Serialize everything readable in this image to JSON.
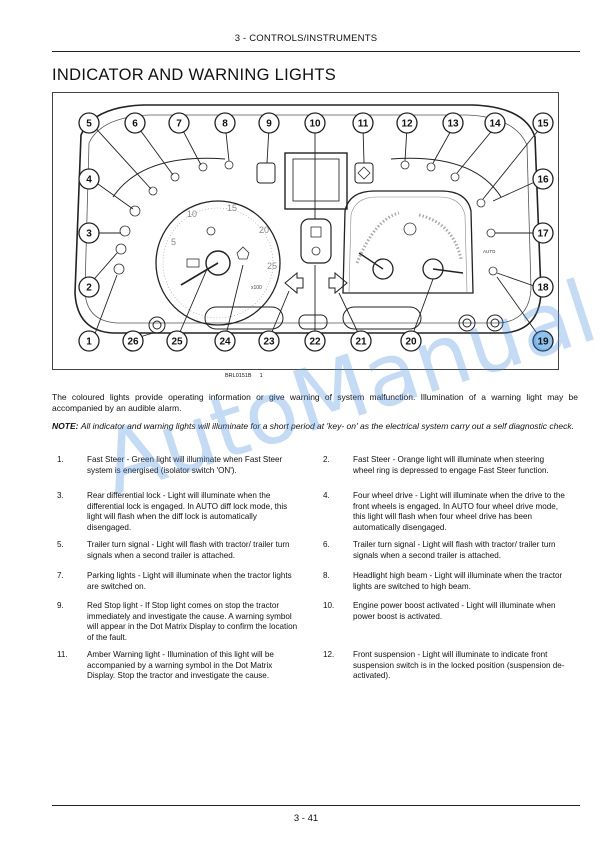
{
  "header": {
    "title": "3 - CONTROLS/INSTRUMENTS"
  },
  "section": {
    "title": "INDICATOR AND WARNING LIGHTS"
  },
  "figure": {
    "callouts": [
      "1",
      "2",
      "3",
      "4",
      "5",
      "6",
      "7",
      "8",
      "9",
      "10",
      "11",
      "12",
      "13",
      "14",
      "15",
      "16",
      "17",
      "18",
      "19",
      "20",
      "21",
      "22",
      "23",
      "24",
      "25",
      "26"
    ],
    "tach_ticks": [
      "5",
      "10",
      "15",
      "20",
      "25"
    ],
    "tach_unit": "x100",
    "auto_label": "AUTO",
    "reference": "BRL0151B",
    "reference_index": "1"
  },
  "intro": "The coloured lights provide operating information or give warning of system malfunction. Illumination of a warning light may be accompanied by an audible alarm.",
  "note": {
    "label": "NOTE:",
    "text": "All indicator and warning lights will illuminate for a short period at 'key- on' as the electrical system carry out a self diagnostic check."
  },
  "items": [
    {
      "num": "1.",
      "text": "Fast Steer - Green light will illuminate when Fast Steer system is energised (isolator switch 'ON')."
    },
    {
      "num": "2.",
      "text": "Fast Steer - Orange light will illuminate when steering wheel ring is depressed to engage Fast Steer function."
    },
    {
      "num": "3.",
      "text": "Rear differential lock - Light will illuminate when the differential lock is engaged. In AUTO diff lock mode, this light will flash when the diff lock is automatically disengaged."
    },
    {
      "num": "4.",
      "text": "Four wheel drive - Light will illuminate when the drive to the front wheels is engaged. In AUTO four wheel drive mode, this light will flash when four wheel drive has been automatically disengaged."
    },
    {
      "num": "5.",
      "text": "Trailer turn signal - Light will flash with tractor/ trailer turn signals when a second trailer is attached."
    },
    {
      "num": "6.",
      "text": "Trailer turn signal - Light will flash with tractor/ trailer turn signals when a second trailer is attached."
    },
    {
      "num": "7.",
      "text": "Parking lights - Light will illuminate when the tractor lights are switched on."
    },
    {
      "num": "8.",
      "text": "Headlight high beam - Light will illuminate when the tractor lights are switched to high beam."
    },
    {
      "num": "9.",
      "text": "Red Stop light - If Stop light comes on stop the tractor immediately and investigate the cause. A warning symbol will appear in the Dot Matrix Display to confirm the location of the fault."
    },
    {
      "num": "10.",
      "text": "Engine power boost activated - Light will illuminate when power boost is activated."
    },
    {
      "num": "11.",
      "text": "Amber Warning light - Illumination of this light will be accompanied by a warning symbol in the Dot Matrix Display. Stop the tractor and investigate the cause."
    },
    {
      "num": "12.",
      "text": "Front suspension - Light will illuminate to indicate front suspension switch is in the locked position (suspension de- activated)."
    }
  ],
  "watermark": "AutoManual",
  "footer": {
    "page": "3 - 41"
  },
  "colors": {
    "watermark": "#4a90e2",
    "callout_19_fill": "#8ec3ee"
  }
}
